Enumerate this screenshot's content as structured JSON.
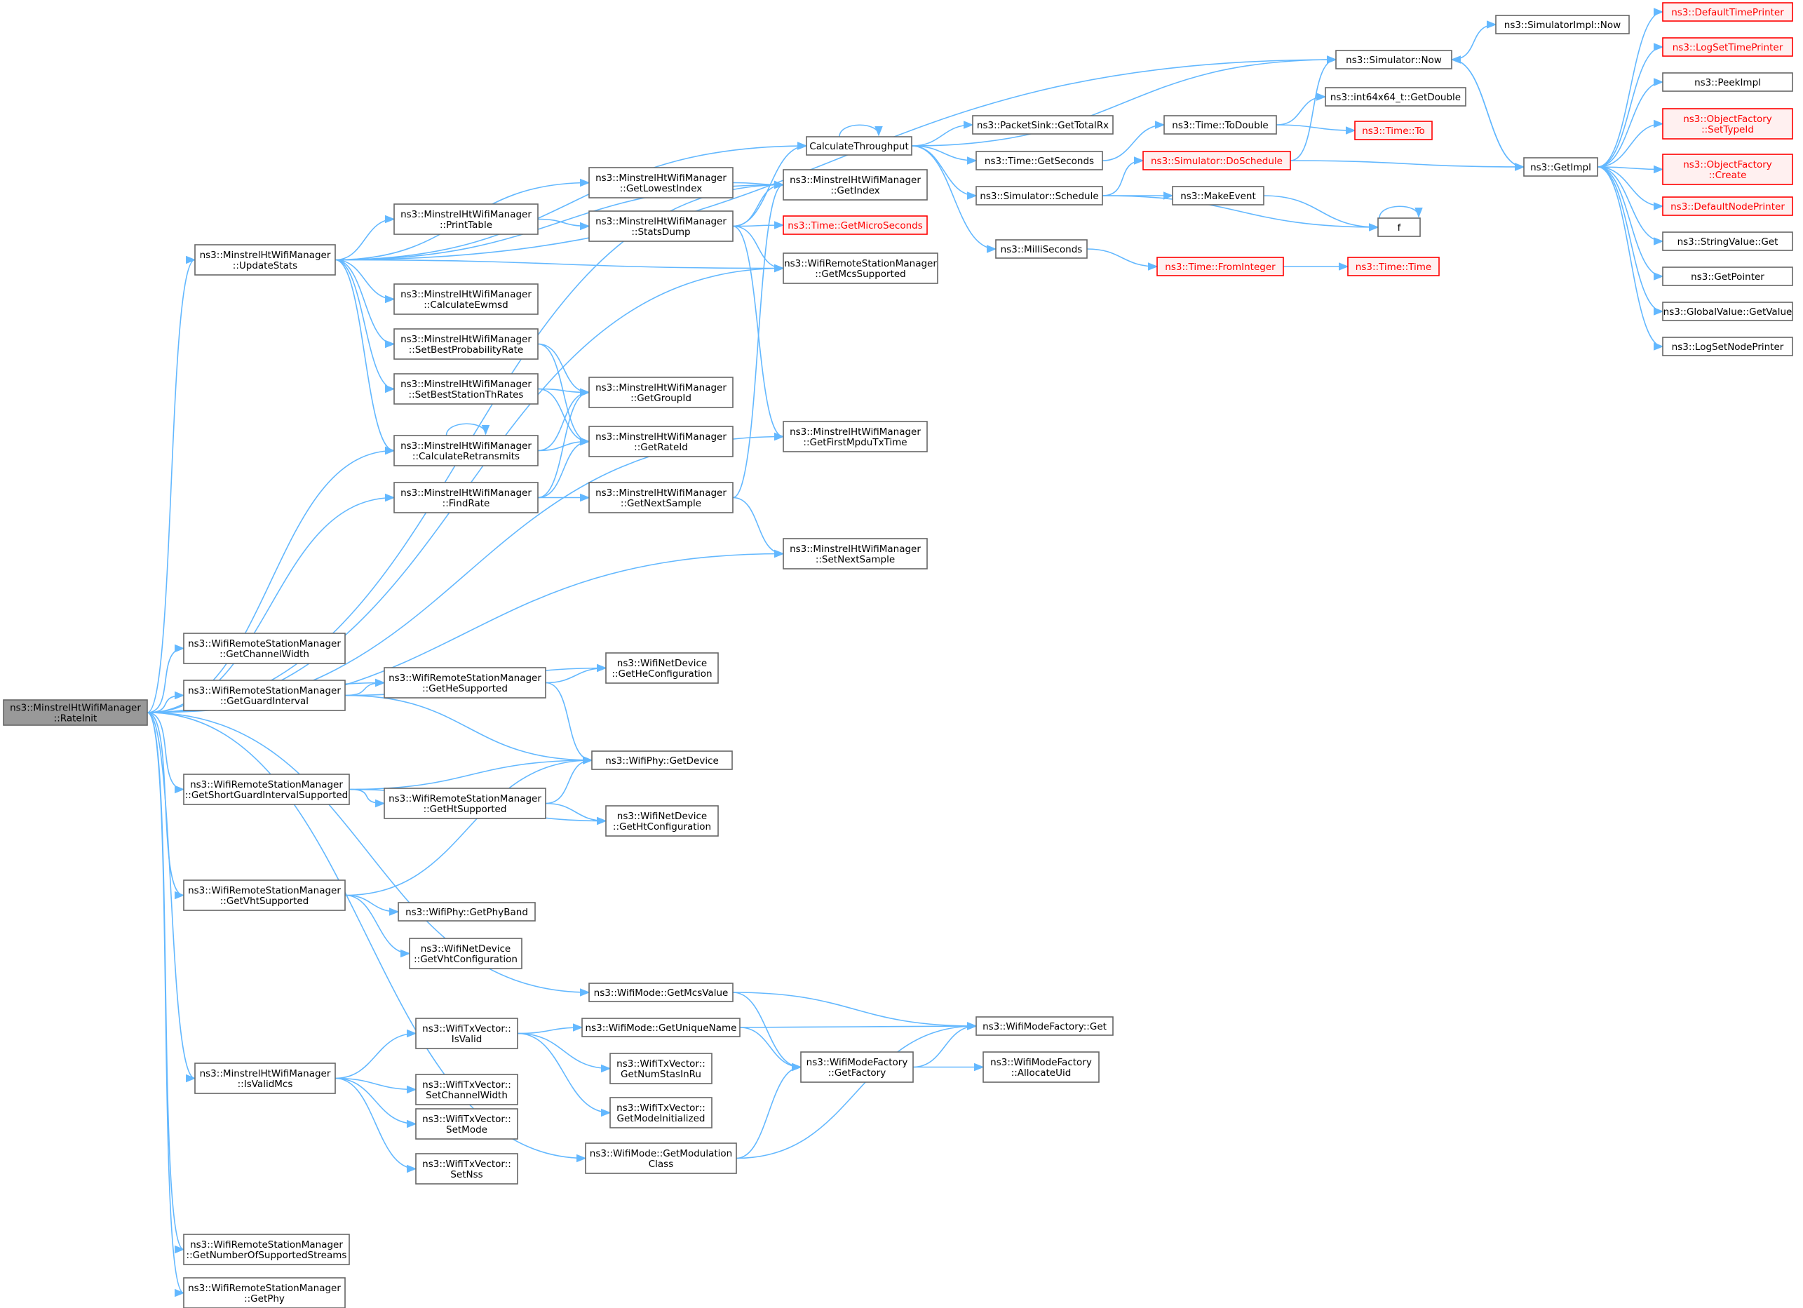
{
  "colors": {
    "edge": "#63b8ff",
    "node_border": "#666666",
    "root_fill": "#999999",
    "truncated": "#ff0000",
    "truncated_fill": "#fff0f0"
  },
  "nodes": [
    {
      "id": "root",
      "lines": [
        "ns3::MinstrelHtWifiManager",
        "::RateInit"
      ],
      "kind": "root"
    },
    {
      "id": "updateStats",
      "lines": [
        "ns3::MinstrelHtWifiManager",
        "::UpdateStats"
      ]
    },
    {
      "id": "calcThroughput",
      "lines": [
        "CalculateThroughput"
      ]
    },
    {
      "id": "getLowestIndex",
      "lines": [
        "ns3::MinstrelHtWifiManager",
        "::GetLowestIndex"
      ]
    },
    {
      "id": "getIndex",
      "lines": [
        "ns3::MinstrelHtWifiManager",
        "::GetIndex"
      ]
    },
    {
      "id": "printTable",
      "lines": [
        "ns3::MinstrelHtWifiManager",
        "::PrintTable"
      ]
    },
    {
      "id": "statsDump",
      "lines": [
        "ns3::MinstrelHtWifiManager",
        "::StatsDump"
      ]
    },
    {
      "id": "getMicroSeconds",
      "lines": [
        "ns3::Time::GetMicroSeconds"
      ],
      "kind": "trunc"
    },
    {
      "id": "getMcsSupported",
      "lines": [
        "ns3::WifiRemoteStationManager",
        "::GetMcsSupported"
      ]
    },
    {
      "id": "calcEwmsd",
      "lines": [
        "ns3::MinstrelHtWifiManager",
        "::CalculateEwmsd"
      ]
    },
    {
      "id": "setBestProb",
      "lines": [
        "ns3::MinstrelHtWifiManager",
        "::SetBestProbabilityRate"
      ]
    },
    {
      "id": "setBestStation",
      "lines": [
        "ns3::MinstrelHtWifiManager",
        "::SetBestStationThRates"
      ]
    },
    {
      "id": "getGroupId",
      "lines": [
        "ns3::MinstrelHtWifiManager",
        "::GetGroupId"
      ]
    },
    {
      "id": "calcRetransmits",
      "lines": [
        "ns3::MinstrelHtWifiManager",
        "::CalculateRetransmits"
      ]
    },
    {
      "id": "getRateId",
      "lines": [
        "ns3::MinstrelHtWifiManager",
        "::GetRateId"
      ]
    },
    {
      "id": "getFirstMpdu",
      "lines": [
        "ns3::MinstrelHtWifiManager",
        "::GetFirstMpduTxTime"
      ]
    },
    {
      "id": "findRate",
      "lines": [
        "ns3::MinstrelHtWifiManager",
        "::FindRate"
      ]
    },
    {
      "id": "getNextSample",
      "lines": [
        "ns3::MinstrelHtWifiManager",
        "::GetNextSample"
      ]
    },
    {
      "id": "setNextSample",
      "lines": [
        "ns3::MinstrelHtWifiManager",
        "::SetNextSample"
      ]
    },
    {
      "id": "simNow",
      "lines": [
        "ns3::Simulator::Now"
      ]
    },
    {
      "id": "simImplNow",
      "lines": [
        "ns3::SimulatorImpl::Now"
      ]
    },
    {
      "id": "int64GetDouble",
      "lines": [
        "ns3::int64x64_t::GetDouble"
      ]
    },
    {
      "id": "packetSinkRx",
      "lines": [
        "ns3::PacketSink::GetTotalRx"
      ]
    },
    {
      "id": "timeToDouble",
      "lines": [
        "ns3::Time::ToDouble"
      ]
    },
    {
      "id": "timeTo",
      "lines": [
        "ns3::Time::To"
      ],
      "kind": "trunc"
    },
    {
      "id": "timeGetSeconds",
      "lines": [
        "ns3::Time::GetSeconds"
      ]
    },
    {
      "id": "simDoSchedule",
      "lines": [
        "ns3::Simulator::DoSchedule"
      ],
      "kind": "trunc"
    },
    {
      "id": "simSchedule",
      "lines": [
        "ns3::Simulator::Schedule"
      ]
    },
    {
      "id": "makeEvent",
      "lines": [
        "ns3::MakeEvent"
      ]
    },
    {
      "id": "f",
      "lines": [
        "f"
      ]
    },
    {
      "id": "milliSeconds",
      "lines": [
        "ns3::MilliSeconds"
      ]
    },
    {
      "id": "timeFromInteger",
      "lines": [
        "ns3::Time::FromInteger"
      ],
      "kind": "trunc"
    },
    {
      "id": "timeTime",
      "lines": [
        "ns3::Time::Time"
      ],
      "kind": "trunc"
    },
    {
      "id": "getImpl",
      "lines": [
        "ns3::GetImpl"
      ]
    },
    {
      "id": "defaultTimePrinter",
      "lines": [
        "ns3::DefaultTimePrinter"
      ],
      "kind": "trunc"
    },
    {
      "id": "logSetTimePrinter",
      "lines": [
        "ns3::LogSetTimePrinter"
      ],
      "kind": "trunc"
    },
    {
      "id": "peekImpl",
      "lines": [
        "ns3::PeekImpl"
      ]
    },
    {
      "id": "ofSetTypeId",
      "lines": [
        "ns3::ObjectFactory",
        "::SetTypeId"
      ],
      "kind": "trunc"
    },
    {
      "id": "ofCreate",
      "lines": [
        "ns3::ObjectFactory",
        "::Create"
      ],
      "kind": "trunc"
    },
    {
      "id": "defaultNodePrinter",
      "lines": [
        "ns3::DefaultNodePrinter"
      ],
      "kind": "trunc"
    },
    {
      "id": "stringValueGet",
      "lines": [
        "ns3::StringValue::Get"
      ]
    },
    {
      "id": "getPointer",
      "lines": [
        "ns3::GetPointer"
      ]
    },
    {
      "id": "globalValueGet",
      "lines": [
        "ns3::GlobalValue::GetValue"
      ]
    },
    {
      "id": "logSetNodePrinter",
      "lines": [
        "ns3::LogSetNodePrinter"
      ]
    },
    {
      "id": "getChannelWidth",
      "lines": [
        "ns3::WifiRemoteStationManager",
        "::GetChannelWidth"
      ]
    },
    {
      "id": "getGuardInterval",
      "lines": [
        "ns3::WifiRemoteStationManager",
        "::GetGuardInterval"
      ]
    },
    {
      "id": "getHeSupported",
      "lines": [
        "ns3::WifiRemoteStationManager",
        "::GetHeSupported"
      ]
    },
    {
      "id": "getHeConfig",
      "lines": [
        "ns3::WifiNetDevice",
        "::GetHeConfiguration"
      ]
    },
    {
      "id": "phyGetDevice",
      "lines": [
        "ns3::WifiPhy::GetDevice"
      ]
    },
    {
      "id": "getShortGI",
      "lines": [
        "ns3::WifiRemoteStationManager",
        "::GetShortGuardIntervalSupported"
      ]
    },
    {
      "id": "getHtSupported",
      "lines": [
        "ns3::WifiRemoteStationManager",
        "::GetHtSupported"
      ]
    },
    {
      "id": "getHtConfig",
      "lines": [
        "ns3::WifiNetDevice",
        "::GetHtConfiguration"
      ]
    },
    {
      "id": "getVhtSupported",
      "lines": [
        "ns3::WifiRemoteStationManager",
        "::GetVhtSupported"
      ]
    },
    {
      "id": "getPhyBand",
      "lines": [
        "ns3::WifiPhy::GetPhyBand"
      ]
    },
    {
      "id": "getVhtConfig",
      "lines": [
        "ns3::WifiNetDevice",
        "::GetVhtConfiguration"
      ]
    },
    {
      "id": "getMcsValue",
      "lines": [
        "ns3::WifiMode::GetMcsValue"
      ]
    },
    {
      "id": "modeFactoryGet",
      "lines": [
        "ns3::WifiModeFactory::Get"
      ]
    },
    {
      "id": "txvIsValid",
      "lines": [
        "ns3::WifiTxVector::",
        "IsValid"
      ]
    },
    {
      "id": "getUniqueName",
      "lines": [
        "ns3::WifiMode::GetUniqueName"
      ]
    },
    {
      "id": "getNumStas",
      "lines": [
        "ns3::WifiTxVector::",
        "GetNumStasInRu"
      ]
    },
    {
      "id": "getFactory",
      "lines": [
        "ns3::WifiModeFactory",
        "::GetFactory"
      ]
    },
    {
      "id": "allocateUid",
      "lines": [
        "ns3::WifiModeFactory",
        "::AllocateUid"
      ]
    },
    {
      "id": "isValidMcs",
      "lines": [
        "ns3::MinstrelHtWifiManager",
        "::IsValidMcs"
      ]
    },
    {
      "id": "setChannelWidth",
      "lines": [
        "ns3::WifiTxVector::",
        "SetChannelWidth"
      ]
    },
    {
      "id": "getModeInit",
      "lines": [
        "ns3::WifiTxVector::",
        "GetModeInitialized"
      ]
    },
    {
      "id": "setMode",
      "lines": [
        "ns3::WifiTxVector::",
        "SetMode"
      ]
    },
    {
      "id": "getModClass",
      "lines": [
        "ns3::WifiMode::GetModulation",
        "Class"
      ]
    },
    {
      "id": "setNss",
      "lines": [
        "ns3::WifiTxVector::",
        "SetNss"
      ]
    },
    {
      "id": "getNumStreams",
      "lines": [
        "ns3::WifiRemoteStationManager",
        "::GetNumberOfSupportedStreams"
      ]
    },
    {
      "id": "getPhy",
      "lines": [
        "ns3::WifiRemoteStationManager",
        "::GetPhy"
      ]
    }
  ],
  "edges": [
    [
      "root",
      "updateStats"
    ],
    [
      "root",
      "getIndex"
    ],
    [
      "root",
      "calcRetransmits"
    ],
    [
      "root",
      "findRate"
    ],
    [
      "root",
      "getMcsSupported"
    ],
    [
      "root",
      "getFirstMpdu"
    ],
    [
      "root",
      "setNextSample"
    ],
    [
      "root",
      "getChannelWidth"
    ],
    [
      "root",
      "getGuardInterval"
    ],
    [
      "root",
      "getHeSupported"
    ],
    [
      "root",
      "getShortGI"
    ],
    [
      "root",
      "getVhtSupported"
    ],
    [
      "root",
      "getMcsValue"
    ],
    [
      "root",
      "isValidMcs"
    ],
    [
      "root",
      "getModClass"
    ],
    [
      "root",
      "getNumStreams"
    ],
    [
      "root",
      "getPhy"
    ],
    [
      "updateStats",
      "simNow"
    ],
    [
      "updateStats",
      "calcThroughput"
    ],
    [
      "updateStats",
      "getIndex"
    ],
    [
      "updateStats",
      "getLowestIndex"
    ],
    [
      "updateStats",
      "printTable"
    ],
    [
      "updateStats",
      "getMcsSupported"
    ],
    [
      "updateStats",
      "calcEwmsd"
    ],
    [
      "updateStats",
      "setBestProb"
    ],
    [
      "updateStats",
      "setBestStation"
    ],
    [
      "updateStats",
      "calcRetransmits"
    ],
    [
      "calcThroughput",
      "calcThroughput"
    ],
    [
      "calcThroughput",
      "simNow"
    ],
    [
      "calcThroughput",
      "packetSinkRx"
    ],
    [
      "calcThroughput",
      "timeGetSeconds"
    ],
    [
      "calcThroughput",
      "simSchedule"
    ],
    [
      "calcThroughput",
      "milliSeconds"
    ],
    [
      "getLowestIndex",
      "getIndex"
    ],
    [
      "printTable",
      "statsDump"
    ],
    [
      "statsDump",
      "calcThroughput"
    ],
    [
      "statsDump",
      "getIndex"
    ],
    [
      "statsDump",
      "getMicroSeconds"
    ],
    [
      "statsDump",
      "getMcsSupported"
    ],
    [
      "statsDump",
      "getFirstMpdu"
    ],
    [
      "setBestProb",
      "getGroupId"
    ],
    [
      "setBestProb",
      "getRateId"
    ],
    [
      "setBestStation",
      "getGroupId"
    ],
    [
      "setBestStation",
      "getRateId"
    ],
    [
      "calcRetransmits",
      "calcRetransmits"
    ],
    [
      "calcRetransmits",
      "getGroupId"
    ],
    [
      "calcRetransmits",
      "getRateId"
    ],
    [
      "findRate",
      "getGroupId"
    ],
    [
      "findRate",
      "getRateId"
    ],
    [
      "findRate",
      "getNextSample"
    ],
    [
      "getNextSample",
      "getIndex"
    ],
    [
      "getNextSample",
      "setNextSample"
    ],
    [
      "simNow",
      "simImplNow"
    ],
    [
      "simNow",
      "getImpl"
    ],
    [
      "timeGetSeconds",
      "timeToDouble"
    ],
    [
      "timeToDouble",
      "int64GetDouble"
    ],
    [
      "timeToDouble",
      "timeTo"
    ],
    [
      "simSchedule",
      "simDoSchedule"
    ],
    [
      "simSchedule",
      "makeEvent"
    ],
    [
      "simSchedule",
      "f"
    ],
    [
      "simDoSchedule",
      "simNow"
    ],
    [
      "simDoSchedule",
      "getImpl"
    ],
    [
      "makeEvent",
      "f"
    ],
    [
      "f",
      "f"
    ],
    [
      "milliSeconds",
      "timeFromInteger"
    ],
    [
      "timeFromInteger",
      "timeTime"
    ],
    [
      "getImpl",
      "simNow"
    ],
    [
      "getImpl",
      "defaultTimePrinter"
    ],
    [
      "getImpl",
      "logSetTimePrinter"
    ],
    [
      "getImpl",
      "peekImpl"
    ],
    [
      "getImpl",
      "ofSetTypeId"
    ],
    [
      "getImpl",
      "ofCreate"
    ],
    [
      "getImpl",
      "defaultNodePrinter"
    ],
    [
      "getImpl",
      "stringValueGet"
    ],
    [
      "getImpl",
      "getPointer"
    ],
    [
      "getImpl",
      "globalValueGet"
    ],
    [
      "getImpl",
      "logSetNodePrinter"
    ],
    [
      "getGuardInterval",
      "getHeConfig"
    ],
    [
      "getGuardInterval",
      "getHeSupported"
    ],
    [
      "getGuardInterval",
      "phyGetDevice"
    ],
    [
      "getHeSupported",
      "getHeConfig"
    ],
    [
      "getHeSupported",
      "phyGetDevice"
    ],
    [
      "getShortGI",
      "phyGetDevice"
    ],
    [
      "getShortGI",
      "getHtSupported"
    ],
    [
      "getShortGI",
      "getHtConfig"
    ],
    [
      "getHtSupported",
      "phyGetDevice"
    ],
    [
      "getHtSupported",
      "getHtConfig"
    ],
    [
      "getVhtSupported",
      "phyGetDevice"
    ],
    [
      "getVhtSupported",
      "getPhyBand"
    ],
    [
      "getVhtSupported",
      "getVhtConfig"
    ],
    [
      "getMcsValue",
      "modeFactoryGet"
    ],
    [
      "getMcsValue",
      "getFactory"
    ],
    [
      "txvIsValid",
      "getUniqueName"
    ],
    [
      "txvIsValid",
      "getNumStas"
    ],
    [
      "txvIsValid",
      "getModeInit"
    ],
    [
      "getUniqueName",
      "modeFactoryGet"
    ],
    [
      "getUniqueName",
      "getFactory"
    ],
    [
      "getFactory",
      "modeFactoryGet"
    ],
    [
      "getFactory",
      "allocateUid"
    ],
    [
      "isValidMcs",
      "txvIsValid"
    ],
    [
      "isValidMcs",
      "setChannelWidth"
    ],
    [
      "isValidMcs",
      "setMode"
    ],
    [
      "isValidMcs",
      "setNss"
    ],
    [
      "getModClass",
      "getFactory"
    ],
    [
      "getModClass",
      "modeFactoryGet"
    ]
  ]
}
